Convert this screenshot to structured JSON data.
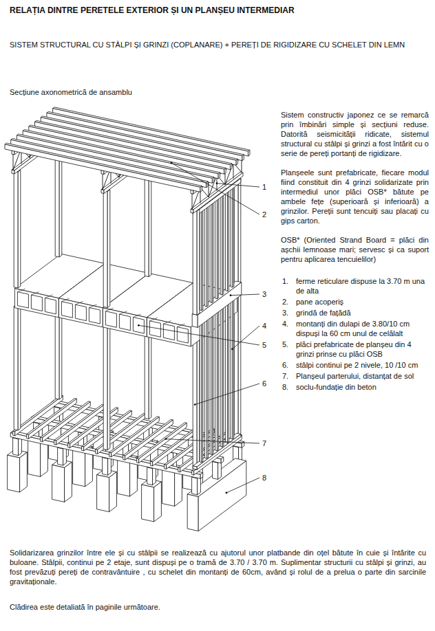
{
  "diagram": {
    "title": "RELAȚIA DINTRE PERETELE EXTERIOR ȘI UN PLANȘEU INTERMEDIAR",
    "labels": [
      "SISTEM STRUCTURAL CU STÂLPI ȘI GRINZI (COPLANARE) + PEREȚI DE RIGIDIZARE CU SCHELET DIN LEMN",
      "Secțiune axonometrică de ansamblu",
      "Sistem constructiv japonez ce se remarcă prin îmbinări simple și secțiuni reduse. Datorită seismicității ridicate, sistemul structural cu stâlpi și grinzi a fost întărit cu o serie de pereți portanți de rigidizare.",
      "Planșeele sunt prefabricate, fiecare modul fiind constituit din 4 grinzi solidarizate prin intermediul unor plăci OSB* bătute pe ambele fețe (superioară și inferioară) a grinzilor. Pereții sunt tencuiți sau placați cu gips carton.",
      "OSB* (Oriented Strand Board = plăci din așchii lemnoase mari; servesc și ca suport pentru aplicarea tencuielilor)",
      "1.",
      "ferme reticulare dispuse la 3.70 m una de alta",
      "2.",
      "pane acoperiș",
      "3.",
      "grindă de fațădă",
      "4.",
      "montanți din dulapi de 3.80/10 cm dispuși la 60 cm unul de celălalt",
      "5.",
      "plăci prefabricate de planșeu din 4 grinzi prinse cu plăci OSB",
      "6.",
      "stâlpi continui pe 2 nivele, 10 /10 cm",
      "7.",
      "Planșeul parterului, distanțat de sol",
      "8.",
      "soclu-fundație din beton",
      "1",
      "2",
      "3",
      "4",
      "5",
      "6",
      "7",
      "8",
      "Solidarizarea grinzilor între ele și cu stâlpii se realizează cu ajutorul unor platbande din oțel bătute în cuie și întărite cu buloane. Stâlpii, continui pe 2 etaje, sunt dispuși pe o tramă de 3.70 / 3.70 m. Suplimentar structurii cu stâlpi și grinzi, au fost prevăzuți pereți de contravântuire , cu schelet din montanți de 60cm, având și rolul de a prelua o parte din sarcinile gravitaționale.",
      "Clădirea este detaliată în paginile următoare."
    ]
  }
}
